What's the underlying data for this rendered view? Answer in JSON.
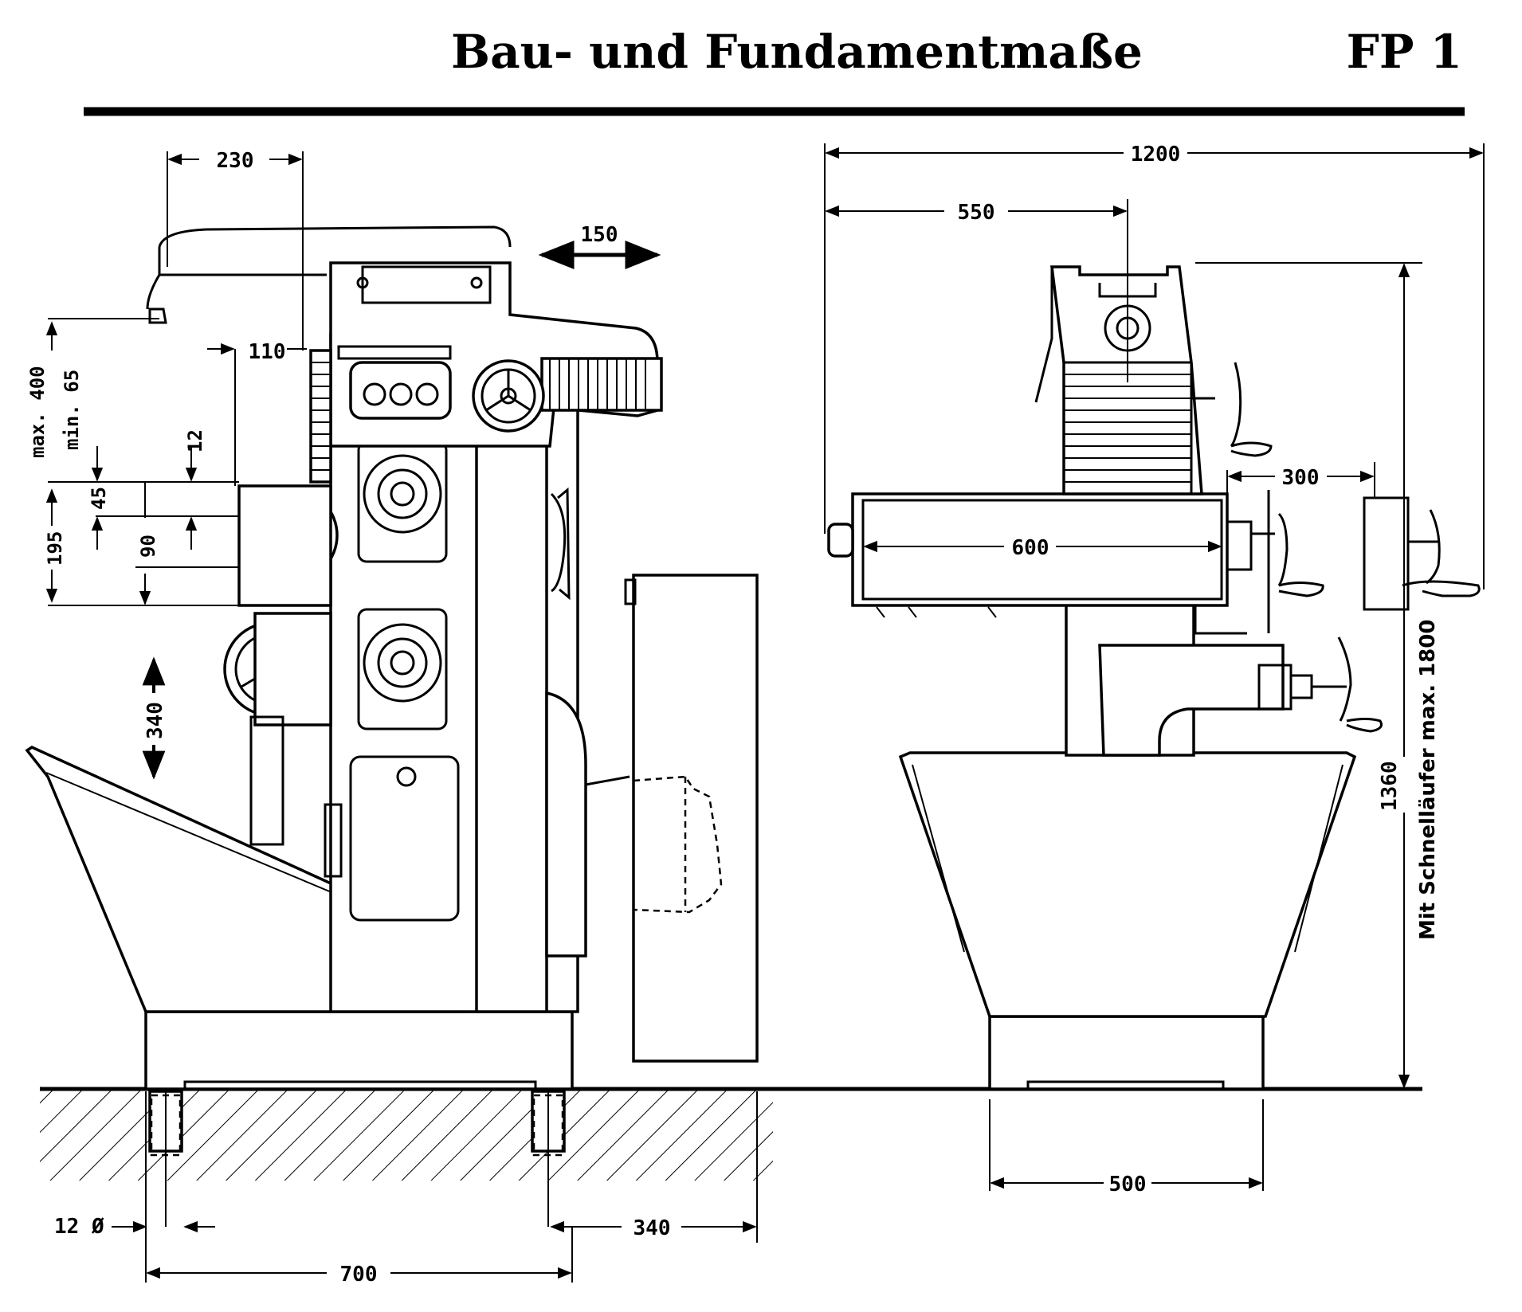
{
  "header": {
    "title": "Bau- und Fundamentmaße",
    "code": "FP 1"
  },
  "dimensions": {
    "d230": "230",
    "d150": "150",
    "d110": "110",
    "max400": "max. 400",
    "min65": "min. 65",
    "d12": "12",
    "d45": "45",
    "d195": "195",
    "d90": "90",
    "d340_vert": "340",
    "d12dia": "12 Ø",
    "d340_horiz": "340",
    "d700": "700",
    "d1200": "1200",
    "d550": "550",
    "d300": "300",
    "d600": "600",
    "d1360": "1360",
    "d500": "500"
  },
  "notes": {
    "schnelllaeufer": "Mit Schnelläufer max. 1800"
  }
}
